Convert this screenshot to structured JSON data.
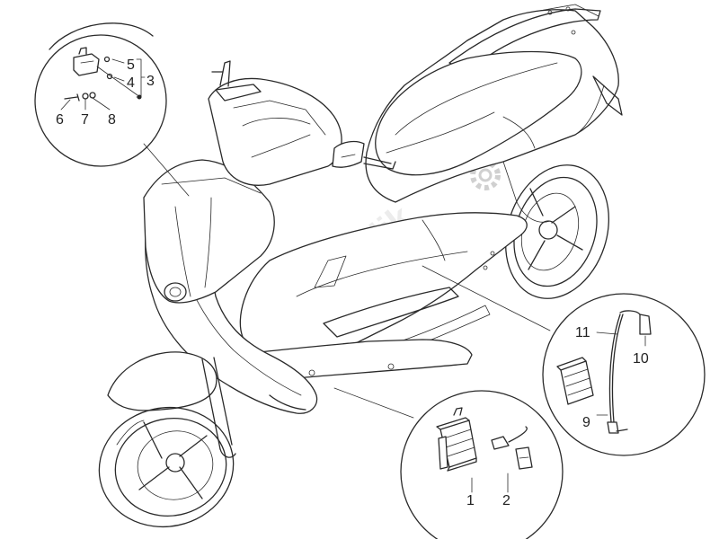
{
  "diagram": {
    "watermark": "Parts Republik",
    "callouts": {
      "c1": "1",
      "c2": "2",
      "c3": "3",
      "c4": "4",
      "c5": "5",
      "c6": "6",
      "c7": "7",
      "c8": "8",
      "c9": "9",
      "c10": "10",
      "c11": "11"
    },
    "icons": [
      "gear-icon"
    ]
  }
}
